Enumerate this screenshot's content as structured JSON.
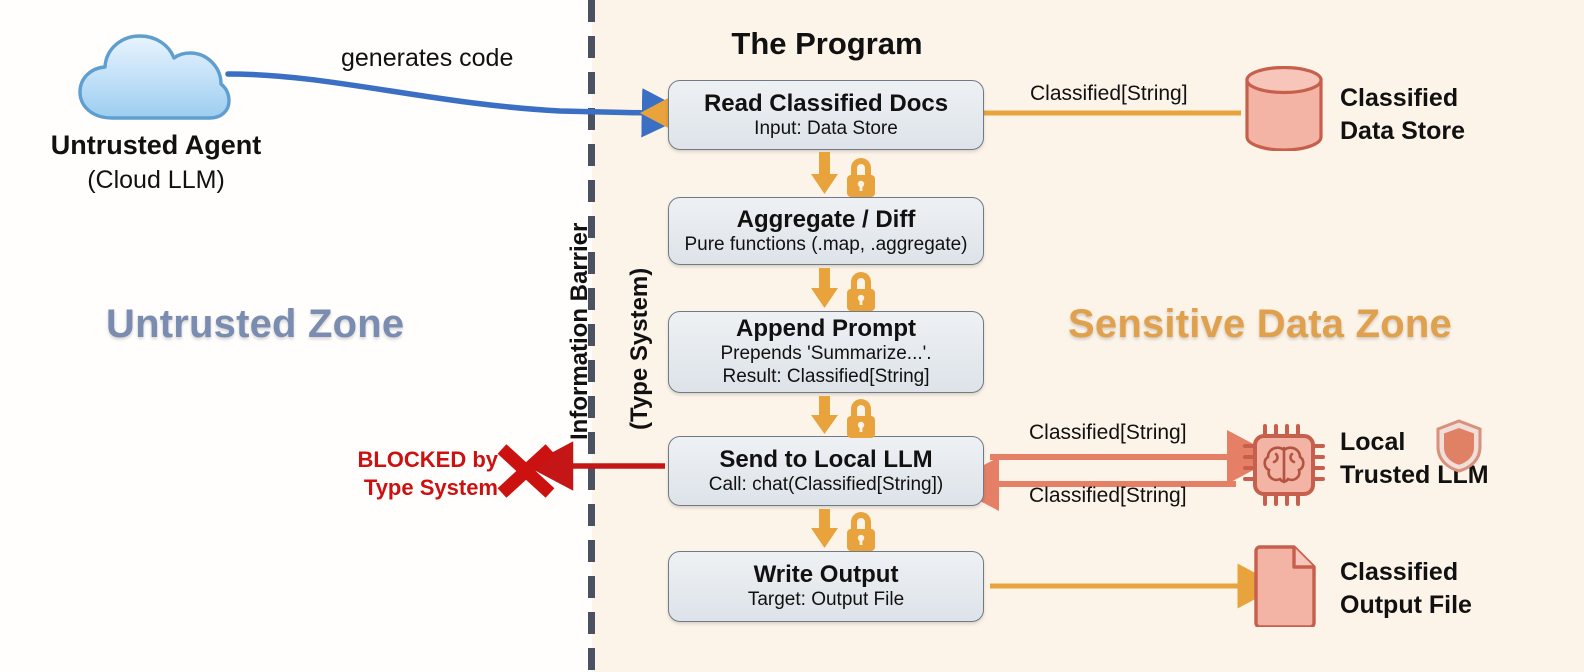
{
  "zones": {
    "untrusted": {
      "label": "Untrusted Zone",
      "color": "#7a8cb0"
    },
    "sensitive": {
      "label": "Sensitive Data Zone",
      "color": "#e0a14e"
    }
  },
  "barrier": {
    "main_label": "Information Barrier",
    "sub_label": "(Type System)"
  },
  "agent": {
    "icon": "cloud-icon",
    "title": "Untrusted Agent",
    "subtitle": "(Cloud LLM)",
    "edge_label": "generates code",
    "edge_color": "#3a6fc4"
  },
  "program": {
    "title": "The Program",
    "steps": [
      {
        "title": "Read Classified Docs",
        "subtitle": "Input: Data Store",
        "subtitle2": ""
      },
      {
        "title": "Aggregate / Diff",
        "subtitle": "Pure functions (.map, .aggregate)",
        "subtitle2": ""
      },
      {
        "title": "Append Prompt",
        "subtitle": "Prepends 'Summarize...'.",
        "subtitle2": "Result: Classified[String]"
      },
      {
        "title": "Send to Local LLM",
        "subtitle": "Call: chat(Classified[String])",
        "subtitle2": ""
      },
      {
        "title": "Write Output",
        "subtitle": "Target: Output File",
        "subtitle2": ""
      }
    ],
    "flow_icon": "lock-icon",
    "flow_color": "#e8a33d"
  },
  "resources": {
    "data_store": {
      "icon": "database-icon",
      "label_line1": "Classified",
      "label_line2": "Data Store",
      "edge_label": "Classified[String]"
    },
    "local_llm": {
      "icon": "cpu-brain-icon",
      "label_line1": "Local",
      "label_line2": "Trusted LLM",
      "badge_icon": "shield-icon",
      "edge_label_out": "Classified[String]",
      "edge_label_in": "Classified[String]"
    },
    "output_file": {
      "icon": "file-icon",
      "label_line1": "Classified",
      "label_line2": "Output File"
    }
  },
  "blocked": {
    "line1": "BLOCKED by",
    "line2": "Type System",
    "icon": "cross-icon",
    "color": "#cc1111"
  }
}
